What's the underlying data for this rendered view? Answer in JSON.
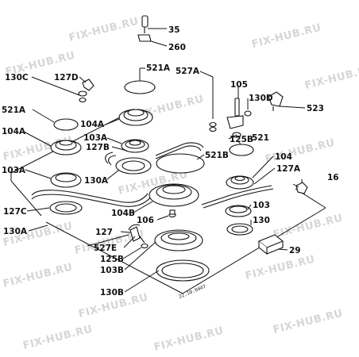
{
  "watermark": "FIX-HUB.RU",
  "drawing_note": "22.10.0447",
  "callouts": {
    "c35": "35",
    "c260": "260",
    "c521a_top": "521A",
    "c527a": "527A",
    "c130c": "130C",
    "c127d": "127D",
    "c105": "105",
    "c130d": "130D",
    "c523": "523",
    "c521a_left": "521A",
    "c104a_mid": "104A",
    "c104a_left": "104A",
    "c103a_mid": "103A",
    "c127b": "127B",
    "c125b_right": "125B",
    "c521": "521",
    "c521b": "521B",
    "c104": "104",
    "c127a": "127A",
    "c103a_left": "103A",
    "c130a_mid": "130A",
    "c16": "16",
    "c127c": "127C",
    "c104b": "104B",
    "c106": "106",
    "c103": "103",
    "c130a_left": "130A",
    "c130": "130",
    "c127": "127",
    "c527e": "527E",
    "c29": "29",
    "c125b_bottom": "125B",
    "c103b": "103B",
    "c130b": "130B"
  }
}
